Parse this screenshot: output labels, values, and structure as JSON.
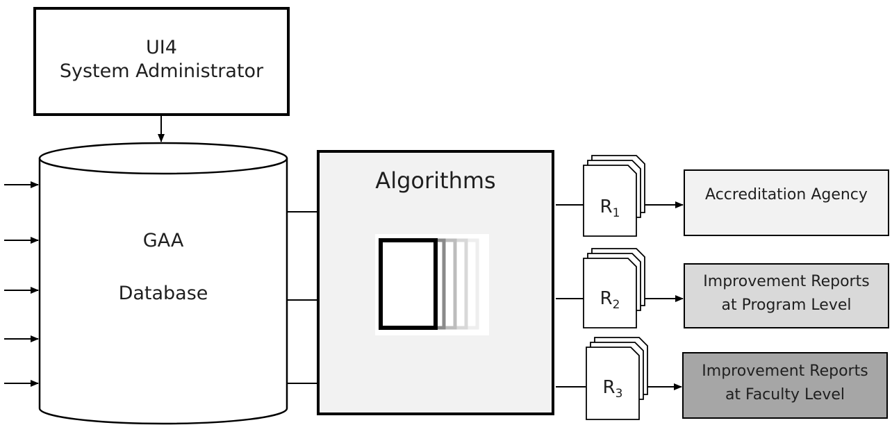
{
  "admin": {
    "line1": "UI4",
    "line2": "System Administrator"
  },
  "database": {
    "line1": "GAA",
    "line2": "Database"
  },
  "algorithms": {
    "title": "Algorithms"
  },
  "reports": [
    {
      "letter": "R",
      "sub": "1"
    },
    {
      "letter": "R",
      "sub": "2"
    },
    {
      "letter": "R",
      "sub": "3"
    }
  ],
  "outputs": [
    {
      "line1": "Accreditation Agency",
      "line2": "",
      "fill": "#f2f2f2"
    },
    {
      "line1": "Improvement Reports",
      "line2": "at Program Level",
      "fill": "#d9d9d9"
    },
    {
      "line1": "Improvement Reports",
      "line2": "at Faculty Level",
      "fill": "#a6a6a6"
    }
  ]
}
